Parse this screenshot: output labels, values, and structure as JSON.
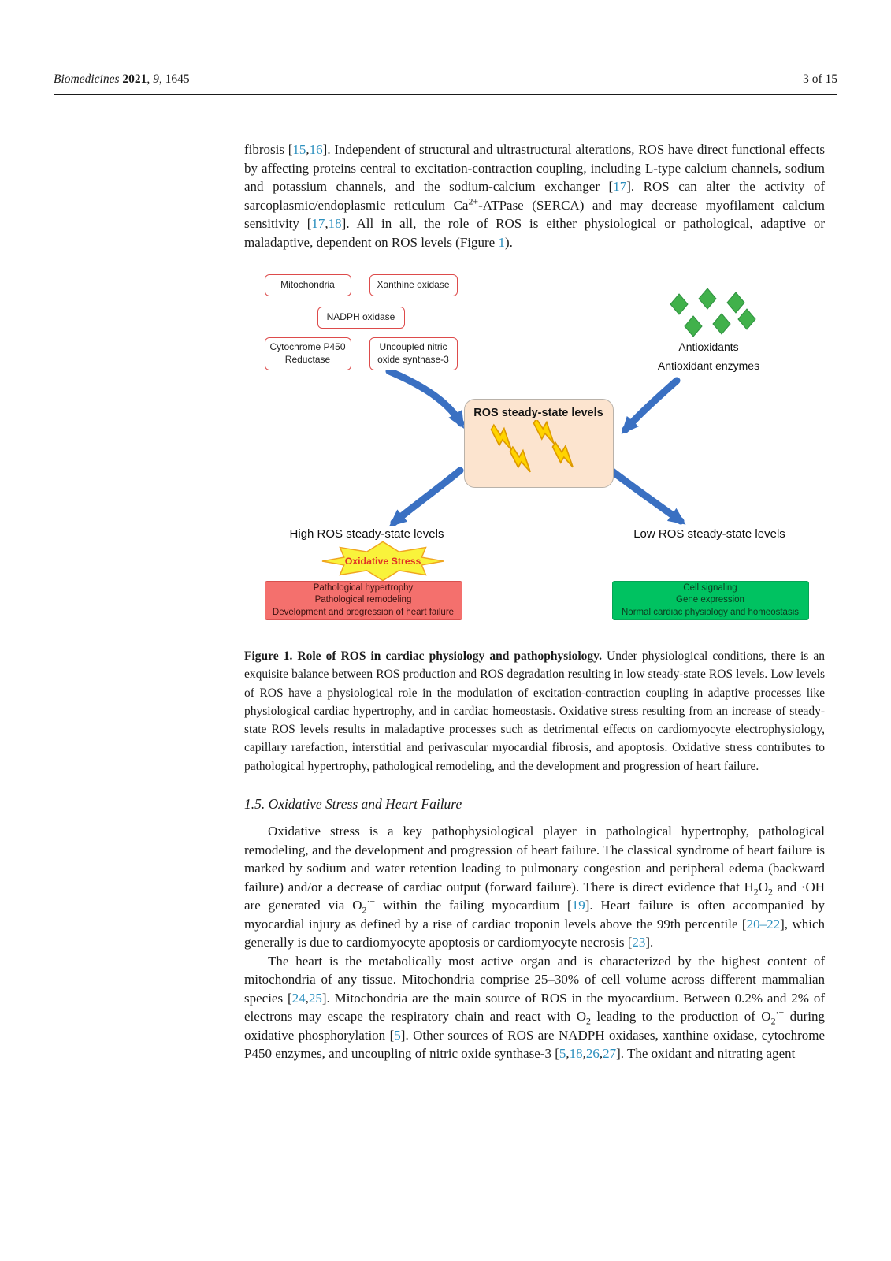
{
  "header": {
    "left_segments": [
      {
        "t": "Biomedicines ",
        "s": "italic"
      },
      {
        "t": "2021",
        "s": "bold"
      },
      {
        "t": ", ",
        "s": ""
      },
      {
        "t": "9",
        "s": "italic"
      },
      {
        "t": ", 1645",
        "s": ""
      }
    ],
    "page_label": "3 of 15"
  },
  "body": {
    "paragraph1": [
      {
        "t": "fibrosis ["
      },
      {
        "t": "15",
        "s": "link"
      },
      {
        "t": ","
      },
      {
        "t": "16",
        "s": "link"
      },
      {
        "t": "]. Independent of structural and ultrastructural alterations, ROS have direct functional effects by affecting proteins central to excitation-contraction coupling, including L-type calcium channels, sodium and potassium channels, and the sodium-calcium exchanger ["
      },
      {
        "t": "17",
        "s": "link"
      },
      {
        "t": "]. ROS can alter the activity of sarcoplasmic/endoplasmic reticulum Ca"
      },
      {
        "t": "2+",
        "s": "sup"
      },
      {
        "t": "-ATPase (SERCA) and may decrease myofilament calcium sensitivity ["
      },
      {
        "t": "17",
        "s": "link"
      },
      {
        "t": ","
      },
      {
        "t": "18",
        "s": "link"
      },
      {
        "t": "]. All in all, the role of ROS is either physiological or pathological, adaptive or maladaptive, dependent on ROS levels (Figure "
      },
      {
        "t": "1",
        "s": "link"
      },
      {
        "t": ")."
      }
    ],
    "section_heading": "1.5. Oxidative Stress and Heart Failure",
    "paragraph2": [
      {
        "t": "Oxidative stress is a key pathophysiological player in pathological hypertrophy, pathological remodeling, and the development and progression of heart failure. The classical syndrome of heart failure is marked by sodium and water retention leading to pulmonary congestion and peripheral edema (backward failure) and/or a decrease of cardiac output (forward failure). There is direct evidence that H"
      },
      {
        "t": "2",
        "s": "sub"
      },
      {
        "t": "O"
      },
      {
        "t": "2",
        "s": "sub"
      },
      {
        "t": " and ·OH are generated via O"
      },
      {
        "t": "2",
        "s": "sub"
      },
      {
        "t": "·−",
        "s": "sup"
      },
      {
        "t": " within the failing myocardium ["
      },
      {
        "t": "19",
        "s": "link"
      },
      {
        "t": "]. Heart failure is often accompanied by myocardial injury as defined by a rise of cardiac troponin levels above the 99th percentile ["
      },
      {
        "t": "20–22",
        "s": "link"
      },
      {
        "t": "], which generally is due to cardiomyocyte apoptosis or cardiomyocyte necrosis ["
      },
      {
        "t": "23",
        "s": "link"
      },
      {
        "t": "]."
      }
    ],
    "paragraph3": [
      {
        "t": "The heart is the metabolically most active organ and is characterized by the highest content of mitochondria of any tissue. Mitochondria comprise 25–30% of cell volume across different mammalian species ["
      },
      {
        "t": "24",
        "s": "link"
      },
      {
        "t": ","
      },
      {
        "t": "25",
        "s": "link"
      },
      {
        "t": "]. Mitochondria are the main source of ROS in the myocardium. Between 0.2% and 2% of electrons may escape the respiratory chain and react with O"
      },
      {
        "t": "2",
        "s": "sub"
      },
      {
        "t": " leading to the production of O"
      },
      {
        "t": "2",
        "s": "sub"
      },
      {
        "t": "·−",
        "s": "sup"
      },
      {
        "t": " during oxidative phosphorylation ["
      },
      {
        "t": "5",
        "s": "link"
      },
      {
        "t": "]. Other sources of ROS are NADPH oxidases, xanthine oxidase, cytochrome P450 enzymes, and uncoupling of nitric oxide synthase-3 ["
      },
      {
        "t": "5",
        "s": "link"
      },
      {
        "t": ","
      },
      {
        "t": "18",
        "s": "link"
      },
      {
        "t": ","
      },
      {
        "t": "26",
        "s": "link"
      },
      {
        "t": ","
      },
      {
        "t": "27",
        "s": "link"
      },
      {
        "t": "]. The oxidant and nitrating agent"
      }
    ]
  },
  "figure": {
    "sources": {
      "mitochondria": "Mitochondria",
      "xanthine": "Xanthine oxidase",
      "nadph": "NADPH oxidase",
      "cyp450": "Cytochrome P450\nReductase",
      "nos3": "Uncoupled nitric\noxide synthase-3"
    },
    "antioxidants_label": "Antioxidants",
    "antioxidant_enzymes_label": "Antioxidant enzymes",
    "ros_box_label": "ROS steady-state levels",
    "high_label": "High ROS steady-state levels",
    "low_label": "Low ROS steady-state levels",
    "oxidative_stress_label": "Oxidative Stress",
    "red_outcome": "Pathological hypertrophy\nPathological remodeling\nDevelopment and progression of heart failure",
    "green_outcome": "Cell signaling\nGene expression\nNormal cardiac physiology and homeostasis",
    "caption": [
      {
        "t": "Figure 1. ",
        "s": "bold"
      },
      {
        "t": "Role of ROS in cardiac physiology and pathophysiology. ",
        "s": "bold"
      },
      {
        "t": "Under physiological conditions, there is an exquisite balance between ROS production and ROS degradation resulting in low steady-state ROS levels. Low levels of ROS have a physiological role in the modulation of excitation-contraction coupling in adaptive processes like physiological cardiac hypertrophy, and in cardiac homeostasis. Oxidative stress resulting from an increase of steady-state ROS levels results in maladaptive processes such as detrimental effects on cardiomyocyte electrophysiology, capillary rarefaction, interstitial and perivascular myocardial fibrosis, and apoptosis. Oxidative stress contributes to pathological hypertrophy, pathological remodeling, and the development and progression of heart failure."
      }
    ],
    "colors": {
      "source_box_border": "#dd4b4b",
      "arrow_blue": "#3a70c2",
      "ros_box_bg": "#fce4cf",
      "bolt_yellow": "#ffd400",
      "star_yellow": "#f9f33b",
      "diamond_green": "#41b14b",
      "red_outcome_bg": "#f4706d",
      "green_outcome_bg": "#00c261",
      "citation_link": "#2b8fbe"
    }
  }
}
